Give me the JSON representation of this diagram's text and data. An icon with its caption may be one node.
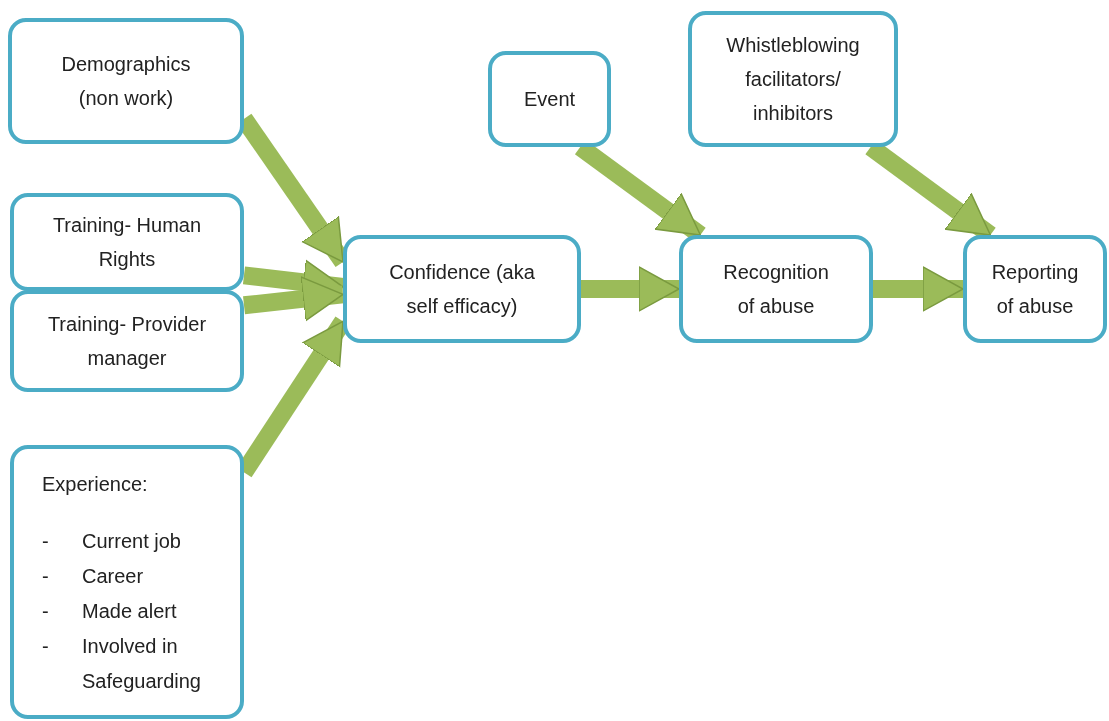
{
  "diagram": {
    "nodes": [
      {
        "text": [
          "Demographics (non work)"
        ]
      },
      {
        "text": [
          "Training- Human Rights"
        ]
      },
      {
        "text": [
          "Training- Provider manager"
        ]
      },
      {
        "text": [
          "Experience:",
          "- Current job",
          "- Career",
          "- Made alert",
          "- Involved in Safeguarding"
        ]
      },
      {
        "text": [
          "Confidence (aka self efficacy)"
        ]
      },
      {
        "text": [
          "Event"
        ]
      },
      {
        "text": [
          "Whistleblowing facilitators/ inhibitors"
        ]
      },
      {
        "text": [
          "Recognition of abuse"
        ]
      },
      {
        "text": [
          "Reporting of abuse"
        ]
      }
    ],
    "edges": [
      {
        "from": 0,
        "to": 4,
        "arrow": "to"
      },
      {
        "from": 1,
        "to": 4,
        "arrow": "to"
      },
      {
        "from": 2,
        "to": 4,
        "arrow": "to"
      },
      {
        "from": 3,
        "to": 4,
        "arrow": "to"
      },
      {
        "from": 4,
        "to": 7,
        "arrow": "to"
      },
      {
        "from": 5,
        "to": 7,
        "arrow": "to"
      },
      {
        "from": 7,
        "to": 8,
        "arrow": "to"
      },
      {
        "from": 6,
        "to": 8,
        "arrow": "to"
      }
    ]
  }
}
